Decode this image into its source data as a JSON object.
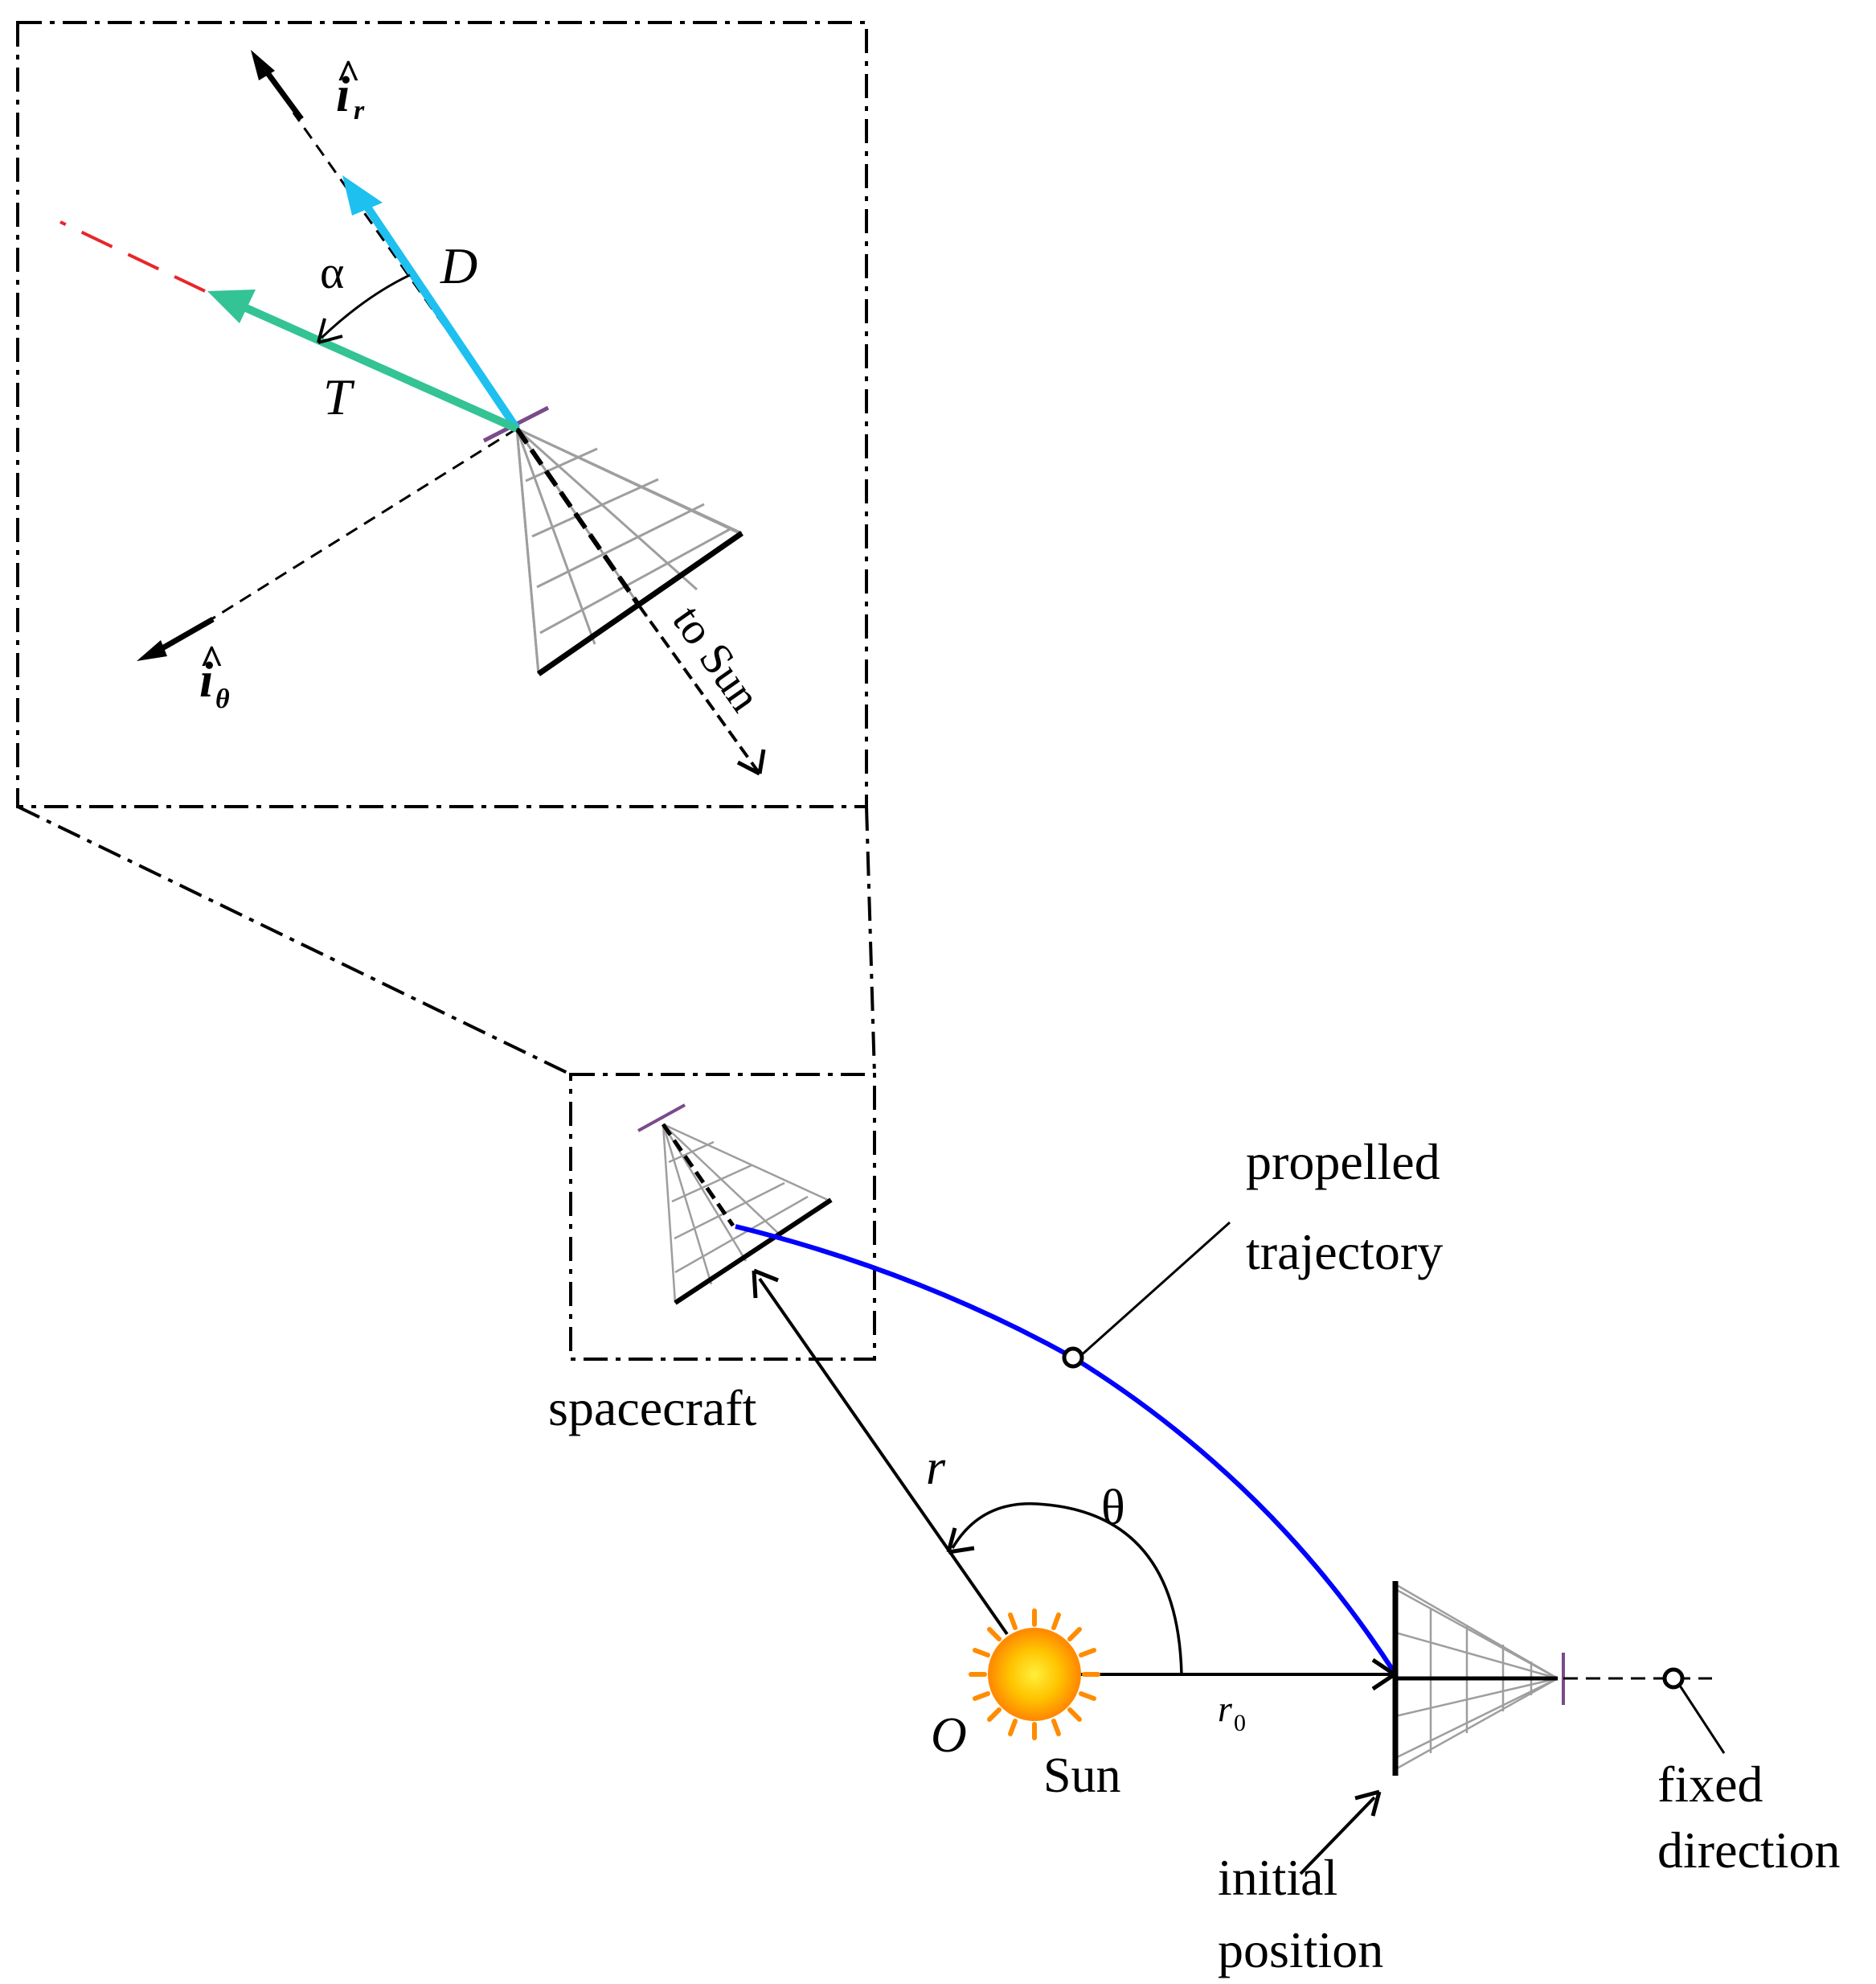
{
  "labels": {
    "propelled": "propelled",
    "trajectory": "trajectory",
    "spacecraft": "spacecraft",
    "r": "r",
    "theta": "θ",
    "O": "O",
    "sun": "Sun",
    "r0_main": "r",
    "r0_sub": "0",
    "initial": "initial",
    "position": "position",
    "fixed": "fixed",
    "direction": "direction",
    "ir_main": "i",
    "ir_hat": "^",
    "ir_sub": "r",
    "itheta_main": "i",
    "itheta_hat": "^",
    "itheta_sub": "θ",
    "D": "D",
    "T": "T",
    "alpha": "α",
    "to_sun": "to Sun"
  },
  "colors": {
    "trajectory": "#0000ff",
    "drag": "#1ec0ef",
    "thrust": "#33c394",
    "dashed_red": "#e8262b",
    "mast": "#7a4b8a",
    "sail_grid": "#9e9e9e",
    "sun_inner": "#ffd200",
    "sun_outer": "#ff8c00"
  }
}
